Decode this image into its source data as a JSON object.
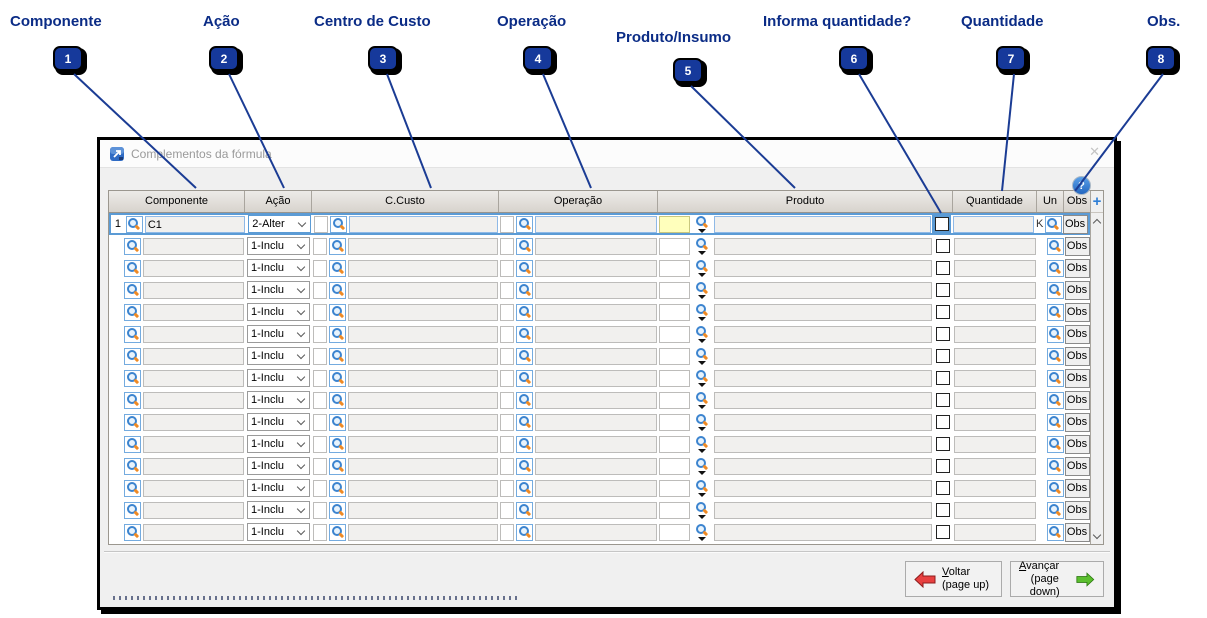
{
  "callouts": {
    "items": [
      {
        "num": "1",
        "label": "Componente"
      },
      {
        "num": "2",
        "label": "Ação"
      },
      {
        "num": "3",
        "label": "Centro de Custo"
      },
      {
        "num": "4",
        "label": "Operação"
      },
      {
        "num": "5",
        "label": "Produto/Insumo"
      },
      {
        "num": "6",
        "label": "Informa quantidade?"
      },
      {
        "num": "7",
        "label": "Quantidade"
      },
      {
        "num": "8",
        "label": "Obs."
      }
    ],
    "accent_color": "#0b2c86"
  },
  "window": {
    "title": "Complementos da fórmula",
    "icons": {
      "close": "✕",
      "help": "?",
      "add": "+"
    }
  },
  "grid": {
    "headers": [
      "Componente",
      "Ação",
      "C.Custo",
      "Operação",
      "Produto",
      "Quantidade",
      "Un",
      "Obs"
    ],
    "obs_button_label": "Obs",
    "rows": [
      {
        "num": "1",
        "componente": "C1",
        "acao": "2-Alter",
        "ccusto": "",
        "operacao": "",
        "produto": "",
        "quantidade": "",
        "un": "K",
        "informa_quantidade": false,
        "selected": true
      },
      {
        "num": "",
        "componente": "",
        "acao": "1-Inclu",
        "ccusto": "",
        "operacao": "",
        "produto": "",
        "quantidade": "",
        "un": "",
        "informa_quantidade": false,
        "selected": false
      },
      {
        "num": "",
        "componente": "",
        "acao": "1-Inclu",
        "ccusto": "",
        "operacao": "",
        "produto": "",
        "quantidade": "",
        "un": "",
        "informa_quantidade": false,
        "selected": false
      },
      {
        "num": "",
        "componente": "",
        "acao": "1-Inclu",
        "ccusto": "",
        "operacao": "",
        "produto": "",
        "quantidade": "",
        "un": "",
        "informa_quantidade": false,
        "selected": false
      },
      {
        "num": "",
        "componente": "",
        "acao": "1-Inclu",
        "ccusto": "",
        "operacao": "",
        "produto": "",
        "quantidade": "",
        "un": "",
        "informa_quantidade": false,
        "selected": false
      },
      {
        "num": "",
        "componente": "",
        "acao": "1-Inclu",
        "ccusto": "",
        "operacao": "",
        "produto": "",
        "quantidade": "",
        "un": "",
        "informa_quantidade": false,
        "selected": false
      },
      {
        "num": "",
        "componente": "",
        "acao": "1-Inclu",
        "ccusto": "",
        "operacao": "",
        "produto": "",
        "quantidade": "",
        "un": "",
        "informa_quantidade": false,
        "selected": false
      },
      {
        "num": "",
        "componente": "",
        "acao": "1-Inclu",
        "ccusto": "",
        "operacao": "",
        "produto": "",
        "quantidade": "",
        "un": "",
        "informa_quantidade": false,
        "selected": false
      },
      {
        "num": "",
        "componente": "",
        "acao": "1-Inclu",
        "ccusto": "",
        "operacao": "",
        "produto": "",
        "quantidade": "",
        "un": "",
        "informa_quantidade": false,
        "selected": false
      },
      {
        "num": "",
        "componente": "",
        "acao": "1-Inclu",
        "ccusto": "",
        "operacao": "",
        "produto": "",
        "quantidade": "",
        "un": "",
        "informa_quantidade": false,
        "selected": false
      },
      {
        "num": "",
        "componente": "",
        "acao": "1-Inclu",
        "ccusto": "",
        "operacao": "",
        "produto": "",
        "quantidade": "",
        "un": "",
        "informa_quantidade": false,
        "selected": false
      },
      {
        "num": "",
        "componente": "",
        "acao": "1-Inclu",
        "ccusto": "",
        "operacao": "",
        "produto": "",
        "quantidade": "",
        "un": "",
        "informa_quantidade": false,
        "selected": false
      },
      {
        "num": "",
        "componente": "",
        "acao": "1-Inclu",
        "ccusto": "",
        "operacao": "",
        "produto": "",
        "quantidade": "",
        "un": "",
        "informa_quantidade": false,
        "selected": false
      },
      {
        "num": "",
        "componente": "",
        "acao": "1-Inclu",
        "ccusto": "",
        "operacao": "",
        "produto": "",
        "quantidade": "",
        "un": "",
        "informa_quantidade": false,
        "selected": false
      },
      {
        "num": "",
        "componente": "",
        "acao": "1-Inclu",
        "ccusto": "",
        "operacao": "",
        "produto": "",
        "quantidade": "",
        "un": "",
        "informa_quantidade": false,
        "selected": false
      }
    ]
  },
  "footer": {
    "back_button": {
      "label": "Voltar",
      "sublabel": "(page up)"
    },
    "forward_button": {
      "label": "Avançar",
      "sublabel": "(page down)"
    }
  }
}
